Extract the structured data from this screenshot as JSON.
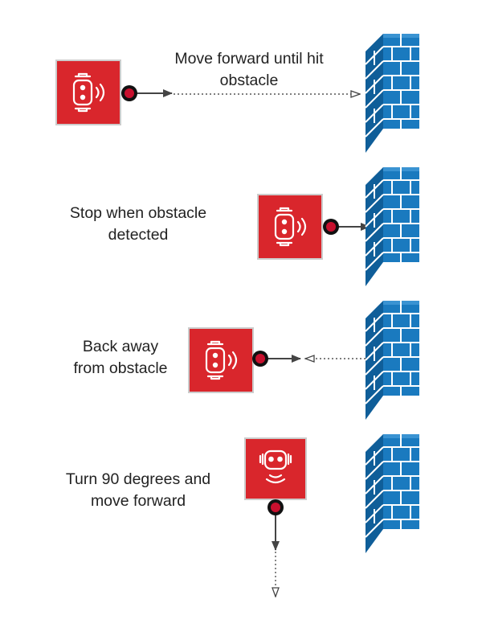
{
  "colors": {
    "robot_fill": "#D9262C",
    "robot_border": "#CCCCCC",
    "wall_front": "#1A7ABF",
    "wall_side": "#0F5E99",
    "wall_top": "#3A93D2",
    "mortar": "#FFFFFF",
    "arrow": "#444444",
    "dot_fill": "#C8102E",
    "dot_ring": "#111111"
  },
  "steps": [
    {
      "caption": {
        "line1": "Move forward until hit",
        "line2": "obstacle"
      },
      "robot_icon": "robot-side-view-icon",
      "wall_icon": "brick-wall-icon",
      "motion": "forward"
    },
    {
      "caption": {
        "line1": "Stop when obstacle",
        "line2": "detected"
      },
      "robot_icon": "robot-side-view-icon",
      "wall_icon": "brick-wall-icon",
      "motion": "stop"
    },
    {
      "caption": {
        "line1": "Back away",
        "line2": "from obstacle"
      },
      "robot_icon": "robot-side-view-icon",
      "wall_icon": "brick-wall-icon",
      "motion": "backward"
    },
    {
      "caption": {
        "line1": "Turn 90 degrees and",
        "line2": "move forward"
      },
      "robot_icon": "robot-front-view-icon",
      "wall_icon": "brick-wall-icon",
      "motion": "turn-and-forward"
    }
  ]
}
